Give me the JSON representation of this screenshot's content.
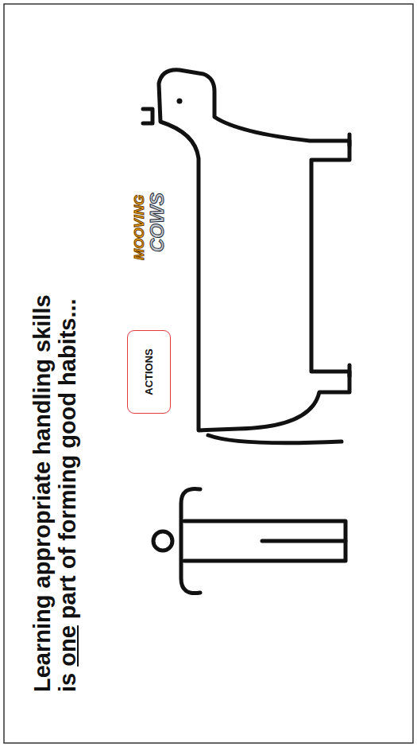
{
  "diagram": {
    "title": "Learning appropriate handling skills is one part of forming good habits...",
    "nodes": [
      {
        "text": [
          "ACTIONS"
        ]
      }
    ],
    "labels": [
      "MOOVING",
      "COWS"
    ]
  }
}
